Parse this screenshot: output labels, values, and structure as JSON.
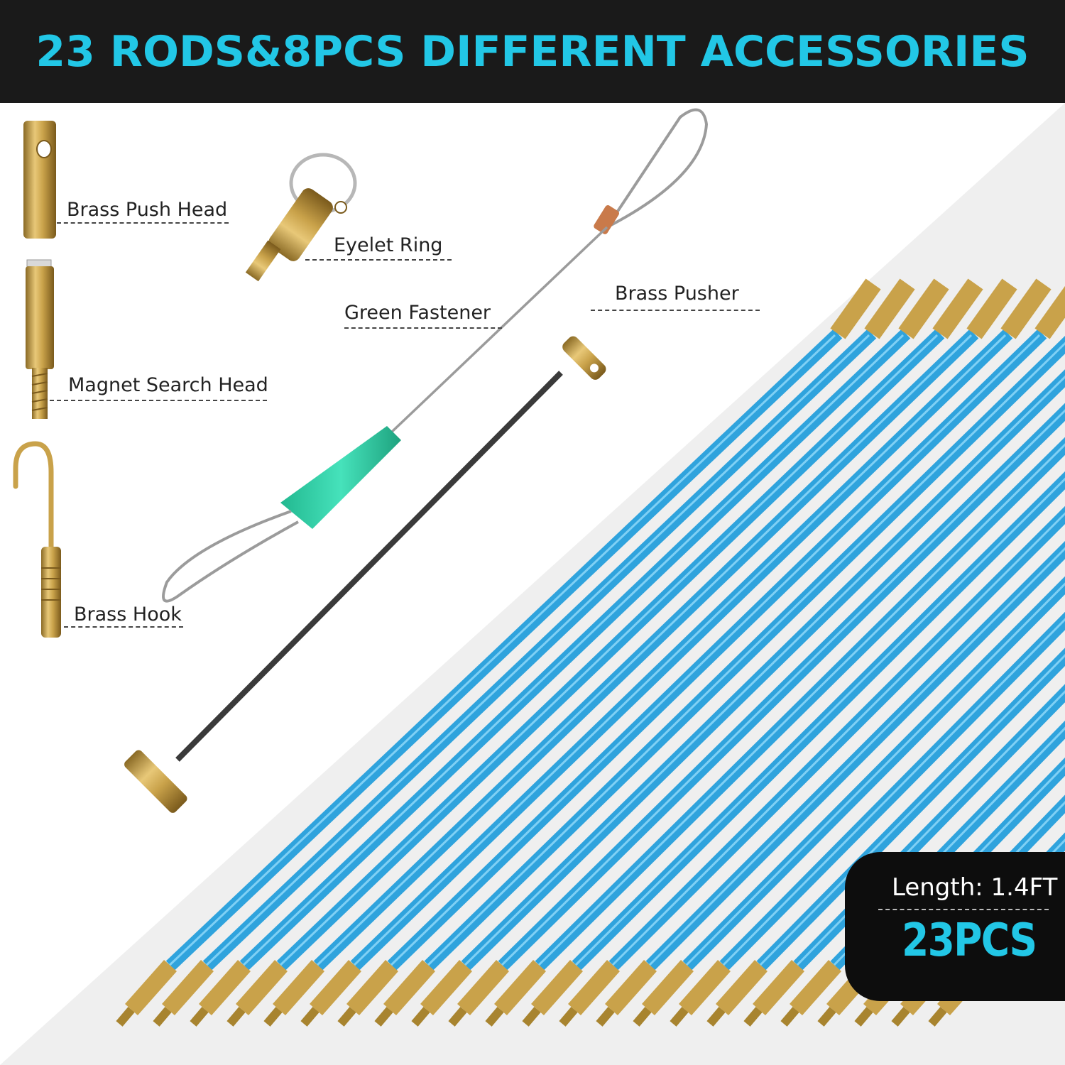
{
  "banner": {
    "title": "23 RODS&8PCS DIFFERENT ACCESSORIES"
  },
  "accessories": {
    "brass_push_head": "Brass Push Head",
    "eyelet_ring": "Eyelet Ring",
    "green_fastener": "Green Fastener",
    "brass_pusher": "Brass Pusher",
    "magnet_search_head": "Magnet Search Head",
    "brass_hook": "Brass Hook"
  },
  "spec_badge": {
    "length": "Length: 1.4FT",
    "count": "23PCS"
  },
  "colors": {
    "accent": "#22c7e6",
    "rod_blue": "#2fa3dd",
    "brass": "#c9a24a",
    "banner_bg": "#1a1a1a",
    "fastener_green": "#2fd3a8"
  },
  "rods": {
    "count": 23
  }
}
